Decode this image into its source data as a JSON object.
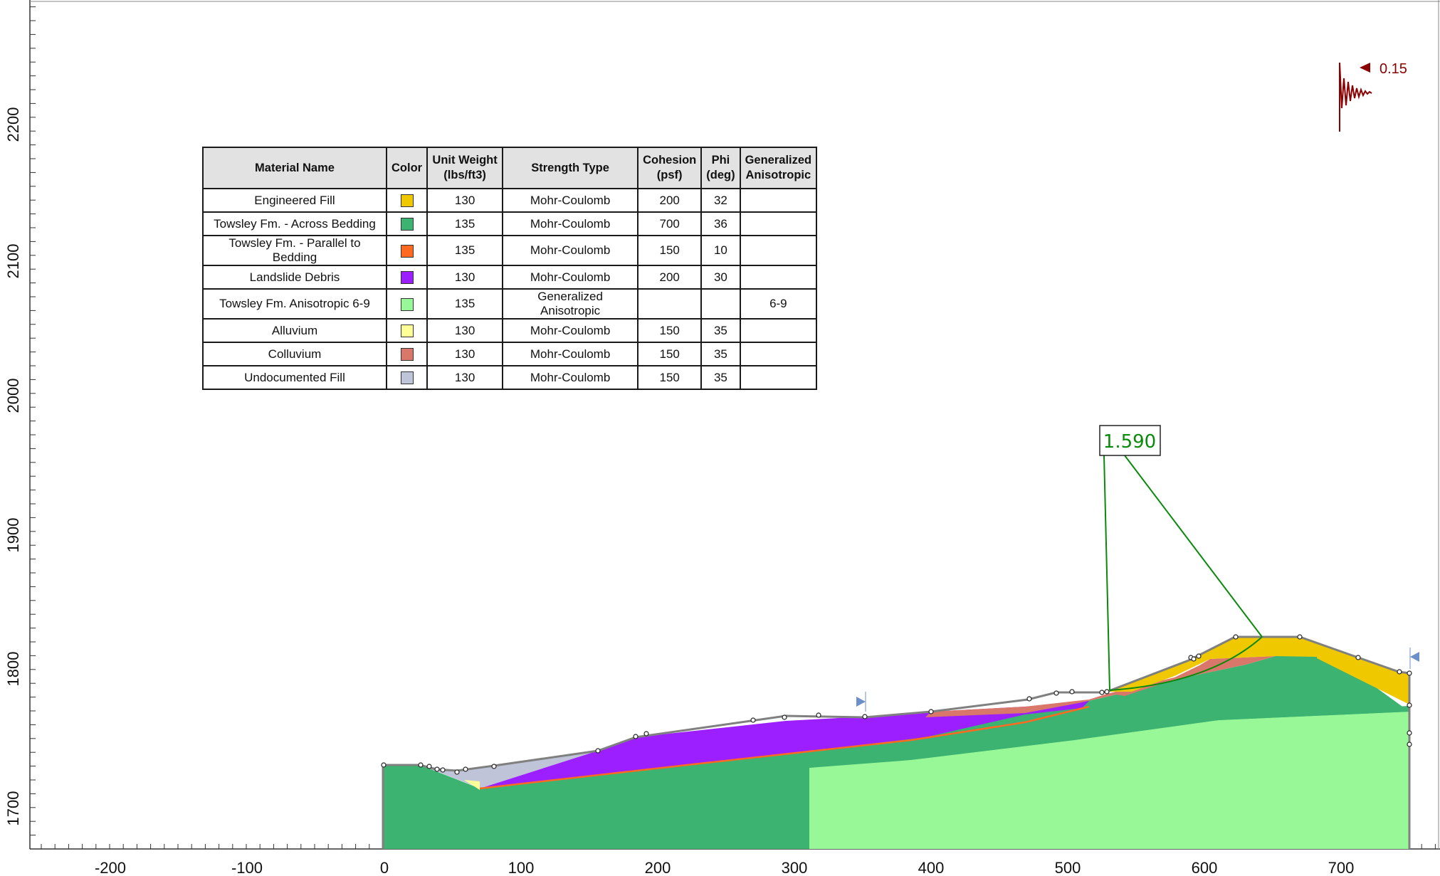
{
  "x_axis": {
    "ticks": [
      "-200",
      "-100",
      "0",
      "100",
      "200",
      "300",
      "400",
      "500",
      "600",
      "700"
    ]
  },
  "y_axis": {
    "ticks": [
      "1700",
      "1800",
      "1900",
      "2000",
      "2100",
      "2200"
    ]
  },
  "seismic": {
    "coefficient": "0.15",
    "color": "#8b0000"
  },
  "factor_of_safety": {
    "value": "1.590",
    "color": "#0a8a0a"
  },
  "legend": {
    "headers": {
      "material_name": "Material Name",
      "color": "Color",
      "unit_weight": "Unit Weight (lbs/ft3)",
      "strength_type": "Strength Type",
      "cohesion": "Cohesion (psf)",
      "phi": "Phi (deg)",
      "anisotropic": "Generalized Anisotropic"
    },
    "rows": [
      {
        "name": "Engineered Fill",
        "color": "#efc800",
        "unit_weight": "130",
        "strength": "Mohr-Coulomb",
        "cohesion": "200",
        "phi": "32",
        "aniso": ""
      },
      {
        "name": "Towsley Fm. - Across Bedding",
        "color": "#3cb371",
        "unit_weight": "135",
        "strength": "Mohr-Coulomb",
        "cohesion": "700",
        "phi": "36",
        "aniso": ""
      },
      {
        "name": "Towsley Fm. - Parallel to Bedding",
        "color": "#ff6a20",
        "unit_weight": "135",
        "strength": "Mohr-Coulomb",
        "cohesion": "150",
        "phi": "10",
        "aniso": ""
      },
      {
        "name": "Landslide Debris",
        "color": "#9b1fff",
        "unit_weight": "130",
        "strength": "Mohr-Coulomb",
        "cohesion": "200",
        "phi": "30",
        "aniso": ""
      },
      {
        "name": "Towsley Fm. Anisotropic 6-9",
        "color": "#98f898",
        "unit_weight": "135",
        "strength": "Generalized Anisotropic",
        "cohesion": "",
        "phi": "",
        "aniso": "6-9"
      },
      {
        "name": "Alluvium",
        "color": "#ffff99",
        "unit_weight": "130",
        "strength": "Mohr-Coulomb",
        "cohesion": "150",
        "phi": "35",
        "aniso": ""
      },
      {
        "name": "Colluvium",
        "color": "#d9776a",
        "unit_weight": "130",
        "strength": "Mohr-Coulomb",
        "cohesion": "150",
        "phi": "35",
        "aniso": ""
      },
      {
        "name": "Undocumented Fill",
        "color": "#c0c4d8",
        "unit_weight": "130",
        "strength": "Mohr-Coulomb",
        "cohesion": "150",
        "phi": "35",
        "aniso": ""
      }
    ]
  }
}
